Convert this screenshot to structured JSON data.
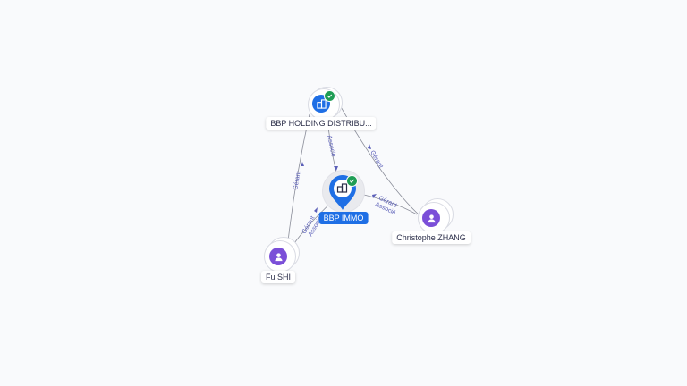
{
  "nodes": {
    "holding": {
      "label": "BBP HOLDING DISTRIBU...",
      "icon": "company-icon",
      "verified": true,
      "color": "#1f6fe5"
    },
    "immo": {
      "label": "BBP IMMO",
      "icon": "company-icon",
      "verified": true,
      "color": "#1f6fe5"
    },
    "christophe": {
      "label": "Christophe ZHANG",
      "icon": "person-icon",
      "color": "#7b4fd8"
    },
    "fushi": {
      "label": "Fu SHI",
      "icon": "person-icon",
      "color": "#7b4fd8"
    }
  },
  "edges": {
    "holding_immo": "Associé",
    "fushi_holding": "Gérant",
    "christophe_holding": "Gérant",
    "christophe_immo_1": "Gérant",
    "christophe_immo_2": "Associé",
    "fushi_immo_1": "Gérant",
    "fushi_immo_2": "Associé"
  },
  "colors": {
    "edge": "#8a8d99",
    "edge_label": "#5b5fb8",
    "company": "#1f6fe5",
    "person": "#7b4fd8",
    "verified": "#1f9d55"
  }
}
